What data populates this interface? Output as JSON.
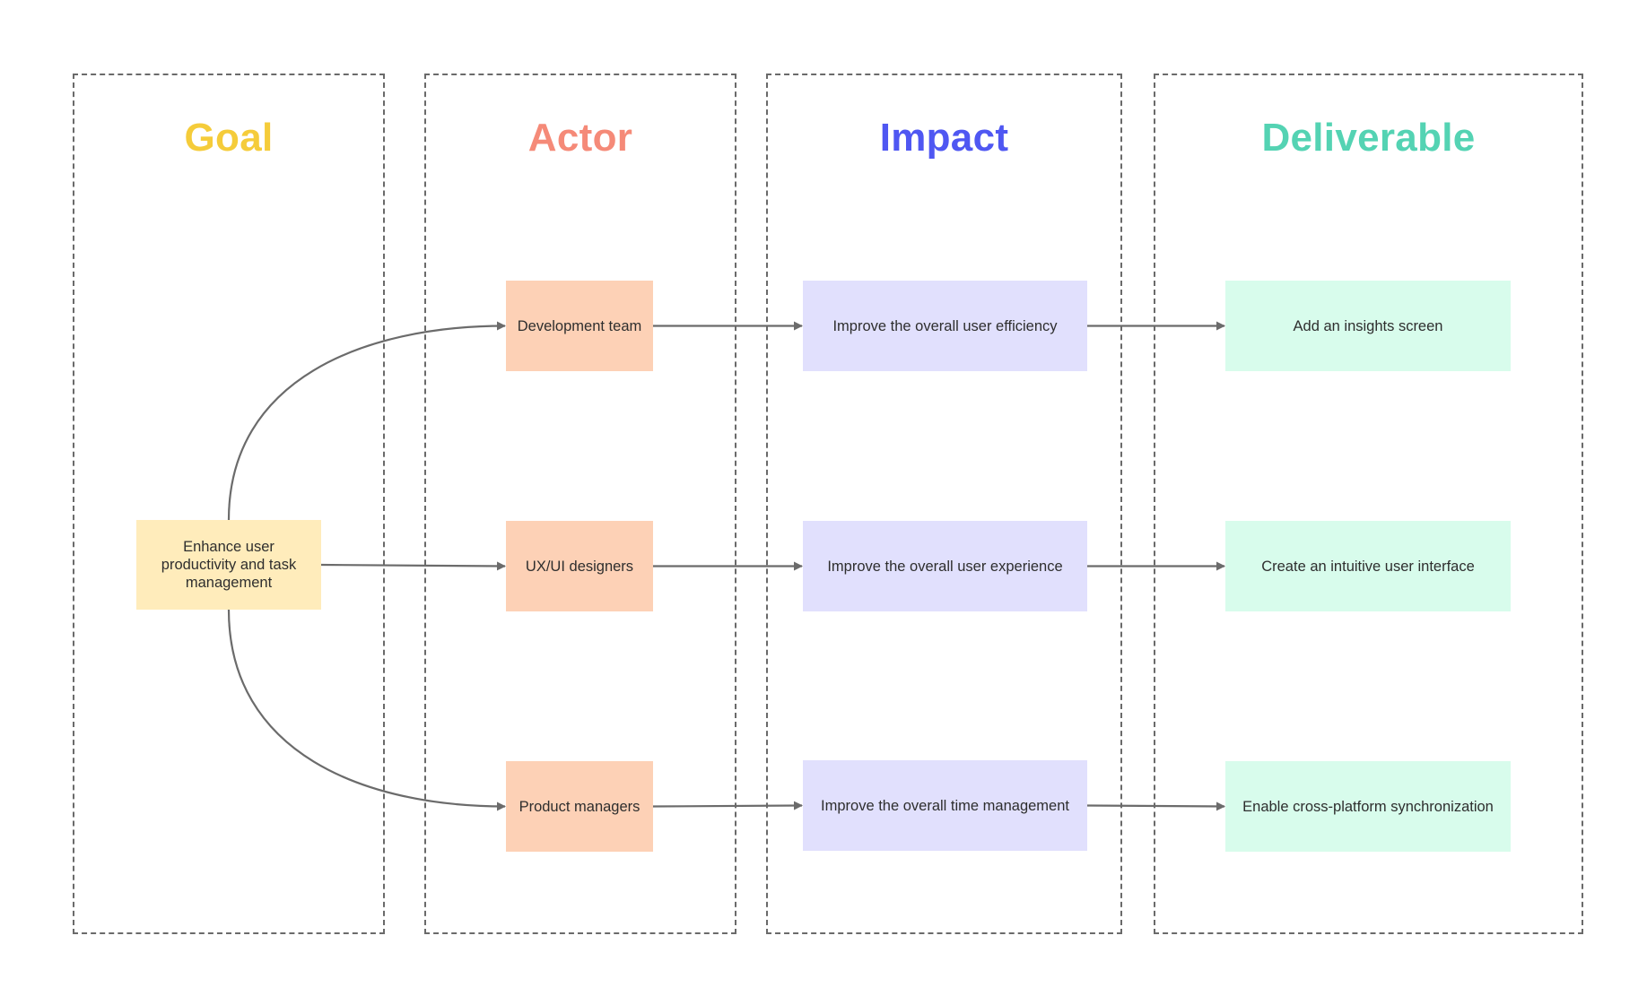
{
  "colors": {
    "goal_title": "#f5cc3a",
    "actor_title": "#f58a78",
    "impact_title": "#4f57f2",
    "deliverable_title": "#54d3b3",
    "goal_fill": "#ffecbb",
    "actor_fill": "#fdd1b6",
    "impact_fill": "#e1e0fd",
    "deliverable_fill": "#d8fcec",
    "connector": "#6b6b6b",
    "column_border": "#6a6a6a"
  },
  "columns": {
    "goal": {
      "title": "Goal"
    },
    "actor": {
      "title": "Actor"
    },
    "impact": {
      "title": "Impact"
    },
    "deliverable": {
      "title": "Deliverable"
    }
  },
  "nodes": {
    "goal": "Enhance user productivity and task management",
    "actors": [
      "Development team",
      "UX/UI designers",
      "Product managers"
    ],
    "impacts": [
      "Improve the overall user efficiency",
      "Improve the overall user experience",
      "Improve the overall time management"
    ],
    "deliverables": [
      "Add an insights screen",
      "Create an intuitive user interface",
      "Enable cross-platform synchronization"
    ]
  },
  "connections": [
    {
      "from": "goal",
      "to": "actor-1"
    },
    {
      "from": "goal",
      "to": "actor-2"
    },
    {
      "from": "goal",
      "to": "actor-3"
    },
    {
      "from": "actor-1",
      "to": "impact-1"
    },
    {
      "from": "actor-2",
      "to": "impact-2"
    },
    {
      "from": "actor-3",
      "to": "impact-3"
    },
    {
      "from": "impact-1",
      "to": "deliverable-1"
    },
    {
      "from": "impact-2",
      "to": "deliverable-2"
    },
    {
      "from": "impact-3",
      "to": "deliverable-3"
    }
  ]
}
